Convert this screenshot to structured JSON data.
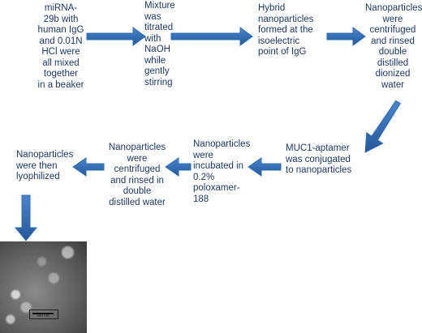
{
  "steps": [
    {
      "id": 1,
      "lines": [
        "miRNA-",
        "29b with",
        "human IgG",
        "and 0.01N",
        "HCl were",
        "all mixed",
        "together",
        "in a beaker"
      ]
    },
    {
      "id": 2,
      "lines": [
        "Mixture",
        "was",
        "titrated",
        "with",
        "NaOH",
        "while",
        "gently",
        "stirring"
      ]
    },
    {
      "id": 3,
      "lines": [
        "Hybrid",
        "nanoparticles",
        "formed at the",
        "isoelectric",
        "point of IgG"
      ]
    },
    {
      "id": 4,
      "lines": [
        "Nanoparticles",
        "were",
        "centrifuged",
        "and rinsed",
        "double",
        "distilled",
        "dionized",
        "water"
      ]
    },
    {
      "id": 5,
      "lines": [
        "MUC1-aptamer",
        "was conjugated",
        "to nanoparticles"
      ]
    },
    {
      "id": 6,
      "lines": [
        "Nanoparticles",
        "were",
        "incubated in",
        "0.2%",
        "poloxamer-",
        "188"
      ]
    },
    {
      "id": 7,
      "lines": [
        "Nanoparticles",
        "were",
        "centrifuged",
        "and rinsed in",
        "double",
        "distilled water"
      ]
    },
    {
      "id": 8,
      "lines": [
        "Nanoparticles",
        "were then",
        "lyophilized"
      ]
    }
  ],
  "arrow_color": "#2e6db4",
  "image": {
    "scale_label": "500 nm"
  }
}
